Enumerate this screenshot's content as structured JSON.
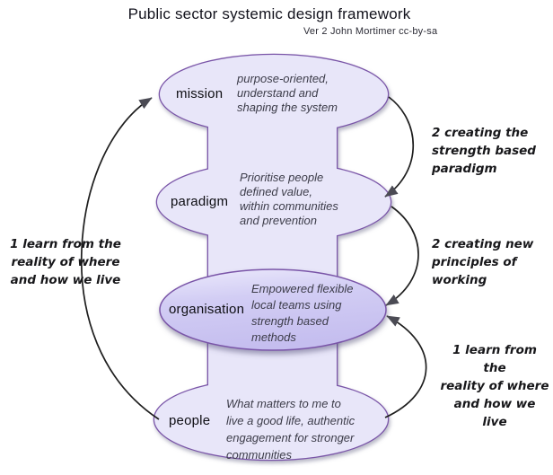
{
  "title": "Public sector systemic design framework",
  "subtitle": "Ver 2 John Mortimer cc-by-sa",
  "colors": {
    "blob_fill": "#e8e6f9",
    "organisation_fill": "#c9c3f0",
    "outline": "#7a55a8",
    "arrow_line": "#1e1e1e",
    "arrowhead": "#4b4b54",
    "description_text": "#3c3c49",
    "label_text": "#0d0d12"
  },
  "nodes": [
    {
      "label": "mission",
      "lines": [
        "purpose-oriented,",
        "understand and",
        "shaping the system"
      ]
    },
    {
      "label": "paradigm",
      "lines": [
        "Prioritise people",
        "defined value,",
        "within communities",
        "and prevention"
      ]
    },
    {
      "label": "organisation",
      "lines": [
        "Empowered flexible",
        "local teams using",
        "strength based",
        "methods"
      ]
    },
    {
      "label": "people",
      "lines": [
        "What matters to me to",
        "live a good life, authentic",
        "engagement for stronger",
        "communities"
      ]
    }
  ],
  "annotations": [
    {
      "id": "left-loop",
      "lines": [
        "1 learn from the",
        "reality of where",
        "and how we live"
      ]
    },
    {
      "id": "right-top",
      "lines": [
        "2 creating the",
        "strength based",
        "paradigm"
      ]
    },
    {
      "id": "right-middle",
      "lines": [
        "2 creating new",
        "principles of",
        "working"
      ]
    },
    {
      "id": "right-bottom",
      "lines": [
        "1 learn from the",
        "reality of where",
        "and how we live"
      ]
    }
  ]
}
